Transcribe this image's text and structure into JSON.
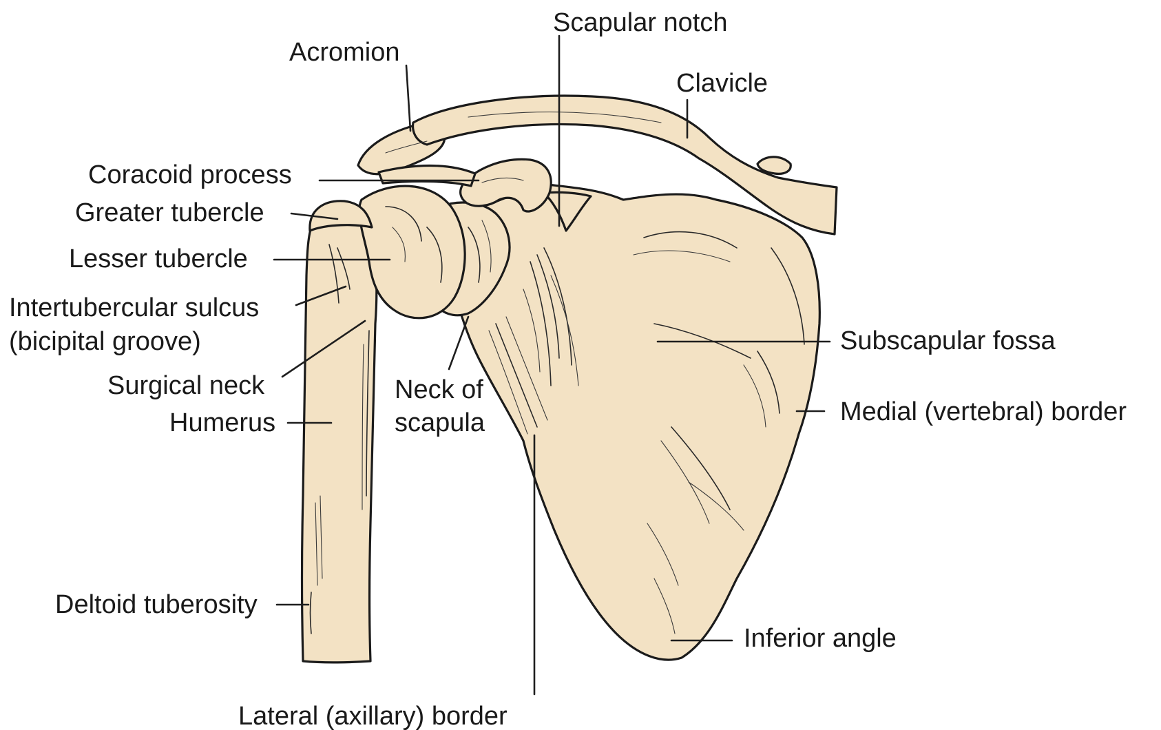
{
  "labels": {
    "scapular_notch": "Scapular notch",
    "acromion": "Acromion",
    "clavicle": "Clavicle",
    "coracoid_process": "Coracoid process",
    "greater_tubercle": "Greater tubercle",
    "lesser_tubercle": "Lesser tubercle",
    "intertubercular_sulcus": "Intertubercular sulcus",
    "bicipital_groove": "(bicipital groove)",
    "subscapular_fossa": "Subscapular fossa",
    "surgical_neck": "Surgical neck",
    "neck_of_scapula_line1": "Neck of",
    "neck_of_scapula_line2": "scapula",
    "medial_border": "Medial (vertebral) border",
    "humerus": "Humerus",
    "deltoid_tuberosity": "Deltoid tuberosity",
    "inferior_angle": "Inferior angle",
    "lateral_border": "Lateral (axillary) border"
  },
  "colors": {
    "bone": "#f3e2c4",
    "outline": "#1b1b1b",
    "text": "#1a1a1a"
  }
}
